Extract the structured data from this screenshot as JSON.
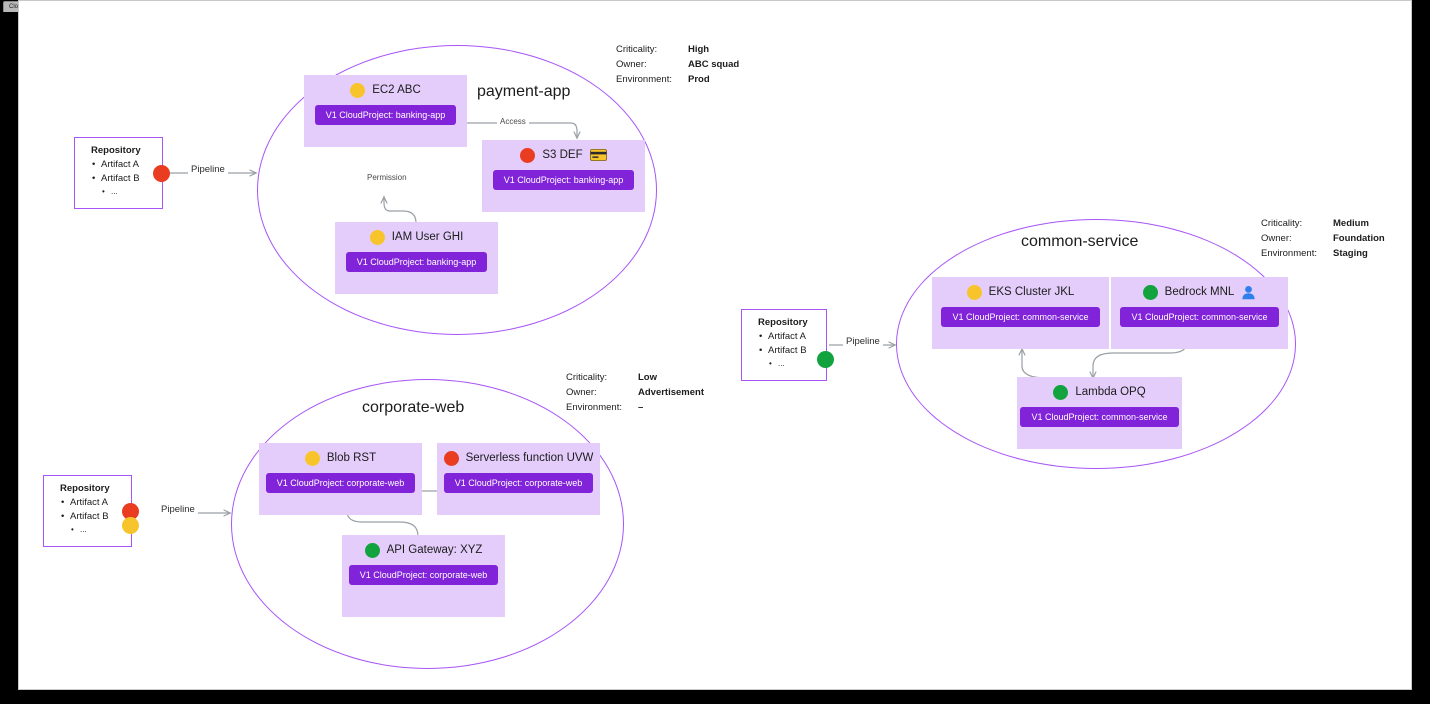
{
  "window": {
    "tab_label": "Cloud Assets"
  },
  "colors": {
    "cluster_border": "#a855f7",
    "node_bg": "#e4cdfb",
    "badge_bg": "#8023d9",
    "badge_text": "#ffffff",
    "severity_yellow": "#f7c52b",
    "severity_red": "#ea3c20",
    "severity_green": "#12a33f",
    "person_icon": "#2f80ed",
    "card_icon": "#f7c52b",
    "wire": "#9aa0a6",
    "canvas_bg": "#ffffff"
  },
  "clusters": [
    {
      "id": "payment-app",
      "title": "payment-app",
      "meta": {
        "criticality_label": "Criticality:",
        "criticality_value": "High",
        "owner_label": "Owner:",
        "owner_value": "ABC squad",
        "environment_label": "Environment:",
        "environment_value": "Prod"
      },
      "nodes": [
        {
          "id": "ec2-abc",
          "label": "EC2 ABC",
          "severity": "yellow",
          "badge": "V1 CloudProject: banking-app",
          "icon": null
        },
        {
          "id": "s3-def",
          "label": "S3 DEF",
          "severity": "red",
          "badge": "V1 CloudProject: banking-app",
          "icon": "credit-card-icon"
        },
        {
          "id": "iam-user-ghi",
          "label": "IAM User GHI",
          "severity": "yellow",
          "badge": "V1 CloudProject: banking-app",
          "icon": null
        }
      ],
      "edges": [
        {
          "from": "ec2-abc",
          "to": "s3-def",
          "label": "Access"
        },
        {
          "from": "iam-user-ghi",
          "to": "ec2-abc",
          "label": "Permission"
        }
      ]
    },
    {
      "id": "common-service",
      "title": "common-service",
      "meta": {
        "criticality_label": "Criticality:",
        "criticality_value": "Medium",
        "owner_label": "Owner:",
        "owner_value": "Foundation",
        "environment_label": "Environment:",
        "environment_value": "Staging"
      },
      "nodes": [
        {
          "id": "eks-cluster-jkl",
          "label": "EKS Cluster JKL",
          "severity": "yellow",
          "badge": "V1 CloudProject: common-service",
          "icon": null
        },
        {
          "id": "bedrock-mnl",
          "label": "Bedrock MNL",
          "severity": "green",
          "badge": "V1 CloudProject: common-service",
          "icon": "person-icon"
        },
        {
          "id": "lambda-opq",
          "label": "Lambda OPQ",
          "severity": "green",
          "badge": "V1 CloudProject: common-service",
          "icon": null
        }
      ],
      "edges": [
        {
          "from": "lambda-opq",
          "to": "eks-cluster-jkl",
          "label": ""
        },
        {
          "from": "bedrock-mnl",
          "to": "lambda-opq",
          "label": ""
        }
      ]
    },
    {
      "id": "corporate-web",
      "title": "corporate-web",
      "meta": {
        "criticality_label": "Criticality:",
        "criticality_value": "Low",
        "owner_label": "Owner:",
        "owner_value": "Advertisement",
        "environment_label": "Environment:",
        "environment_value": "–"
      },
      "nodes": [
        {
          "id": "blob-rst",
          "label": "Blob RST",
          "severity": "yellow",
          "badge": "V1 CloudProject: corporate-web",
          "icon": null
        },
        {
          "id": "serverless-function-uvw",
          "label": "Serverless function UVW",
          "severity": "red",
          "badge": "V1 CloudProject: corporate-web",
          "icon": null
        },
        {
          "id": "api-gateway-xyz",
          "label": "API Gateway: XYZ",
          "severity": "green",
          "badge": "V1 CloudProject: corporate-web",
          "icon": null
        }
      ],
      "edges": [
        {
          "from": "blob-rst",
          "to": "serverless-function-uvw",
          "label": ""
        },
        {
          "from": "api-gateway-xyz",
          "to": "blob-rst",
          "label": ""
        }
      ]
    }
  ],
  "repositories": [
    {
      "id": "repo-payment-app",
      "title": "Repository",
      "items": [
        "Artifact A",
        "Artifact B",
        "..."
      ],
      "dots": [
        "red"
      ],
      "pipeline_label": "Pipeline"
    },
    {
      "id": "repo-common-service",
      "title": "Repository",
      "items": [
        "Artifact A",
        "Artifact B",
        "..."
      ],
      "dots": [
        "green"
      ],
      "pipeline_label": "Pipeline"
    },
    {
      "id": "repo-corporate-web",
      "title": "Repository",
      "items": [
        "Artifact A",
        "Artifact B",
        "..."
      ],
      "dots": [
        "red",
        "yellow"
      ],
      "pipeline_label": "Pipeline"
    }
  ]
}
